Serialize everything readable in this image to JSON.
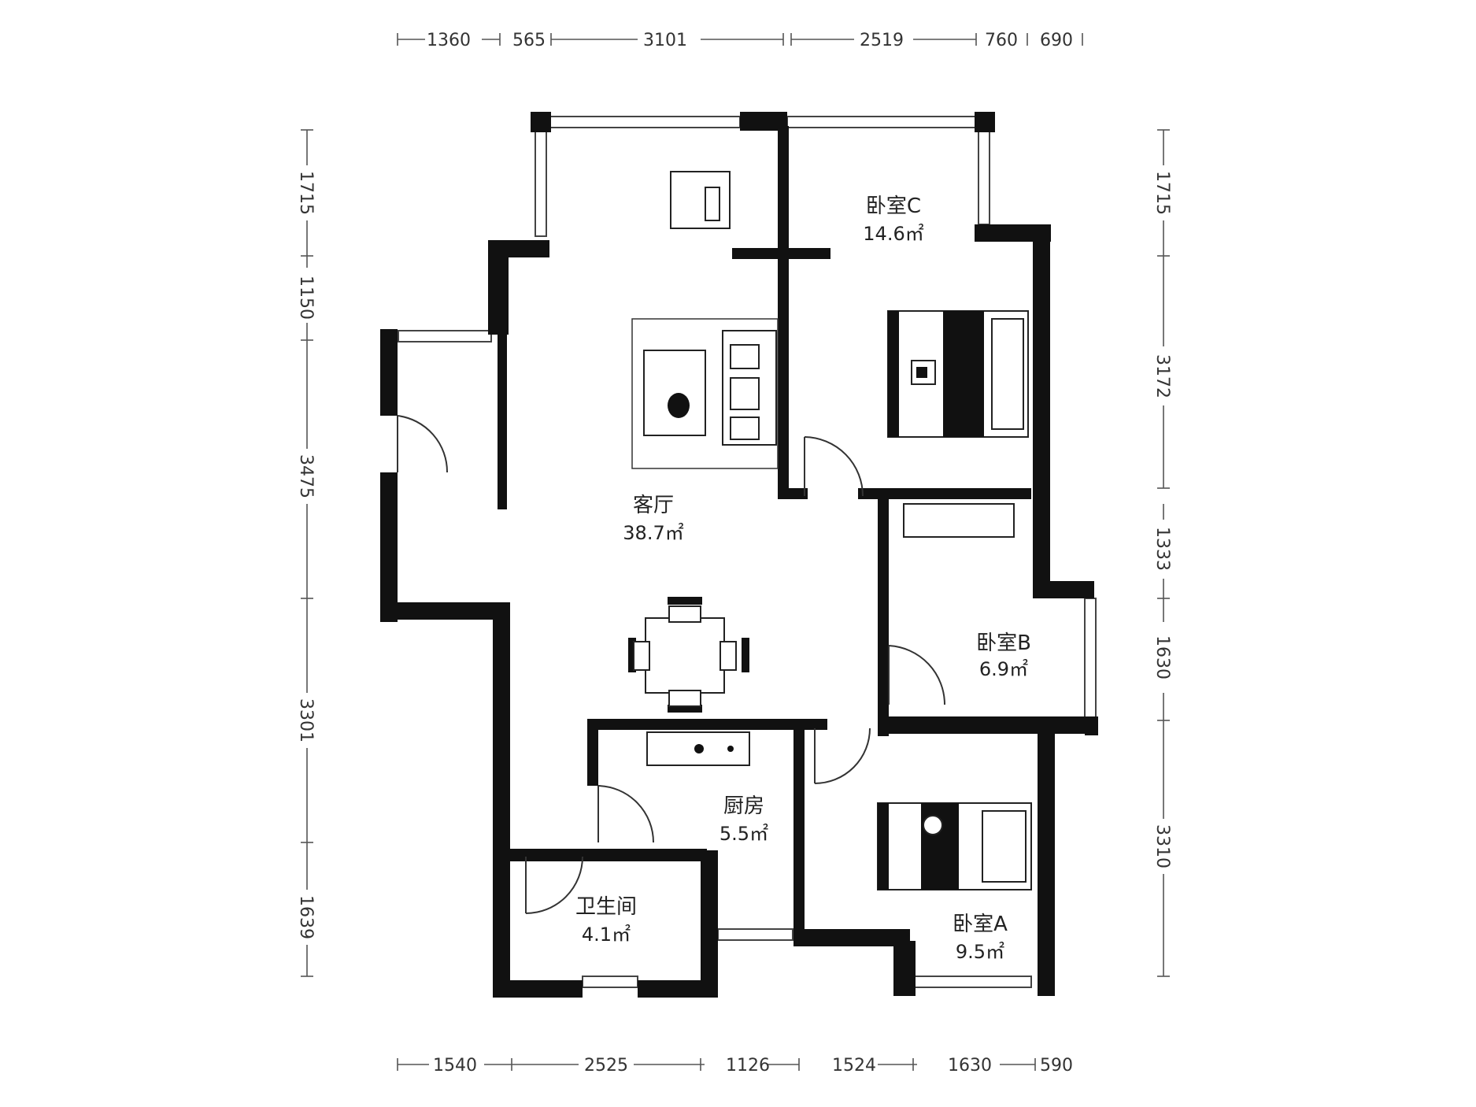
{
  "dimensions": {
    "top": [
      "1360",
      "565",
      "3101",
      "2519",
      "760",
      "690"
    ],
    "bottom": [
      "1540",
      "2525",
      "1126",
      "1524",
      "1630",
      "590"
    ],
    "left": [
      "1715",
      "1150",
      "3475",
      "3301",
      "1639"
    ],
    "right": [
      "1715",
      "3172",
      "1333",
      "1630",
      "3310"
    ]
  },
  "rooms": {
    "bedroom_c": {
      "name": "卧室C",
      "area": "14.6㎡"
    },
    "living": {
      "name": "客厅",
      "area": "38.7㎡"
    },
    "bedroom_b": {
      "name": "卧室B",
      "area": "6.9㎡"
    },
    "kitchen": {
      "name": "厨房",
      "area": "5.5㎡"
    },
    "bathroom": {
      "name": "卫生间",
      "area": "4.1㎡"
    },
    "bedroom_a": {
      "name": "卧室A",
      "area": "9.5㎡"
    }
  },
  "colors": {
    "wall": "#111111",
    "line": "#333333",
    "background": "#ffffff"
  }
}
